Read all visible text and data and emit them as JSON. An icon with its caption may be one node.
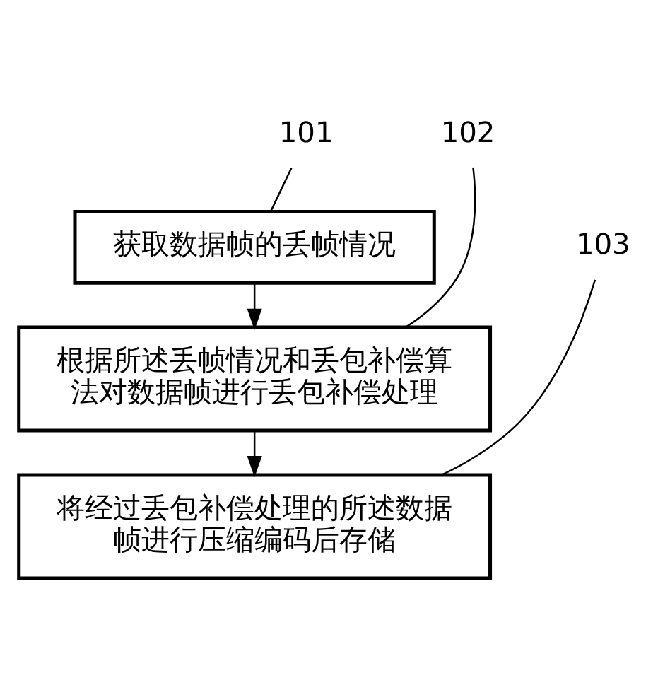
{
  "diagram": {
    "nodes": [
      {
        "text": [
          "101"
        ]
      },
      {
        "text": [
          "获取数据帧的丢帧情况"
        ]
      },
      {
        "text": [
          "102"
        ]
      },
      {
        "text": [
          "根据所述丢帧情况和丢包补偿算法对数据帧进行丢包补偿处理"
        ]
      },
      {
        "text": [
          "103"
        ]
      },
      {
        "text": [
          "将经过丢包补偿处理的所述数据帧进行压缩编码后存储"
        ]
      }
    ],
    "edges": [
      {
        "from": 0,
        "to": 1,
        "arrow": "none"
      },
      {
        "from": 1,
        "to": 3,
        "arrow": "to"
      },
      {
        "from": 2,
        "to": 3,
        "arrow": "none"
      },
      {
        "from": 3,
        "to": 5,
        "arrow": "to"
      },
      {
        "from": 4,
        "to": 5,
        "arrow": "none"
      }
    ]
  }
}
